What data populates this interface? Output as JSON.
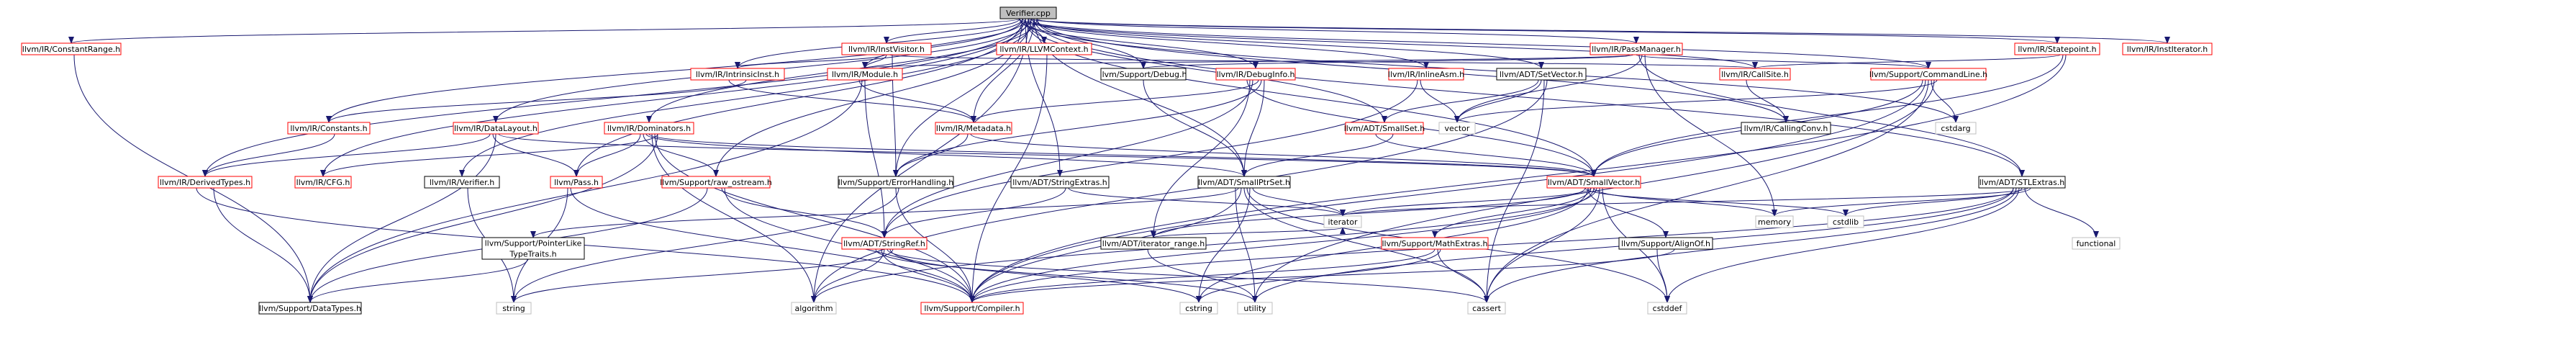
{
  "colors": {
    "edge": "#191970",
    "root_fill": "#bfbfbf",
    "root_border": "#000000",
    "normal_border": "#000000",
    "missing_border": "#ff0000",
    "node_fill": "#ffffff",
    "text": "#000000"
  },
  "nodes": [
    {
      "id": "verifier_cpp",
      "label": "Verifier.cpp",
      "style": "root"
    },
    {
      "id": "constantrange_h",
      "label": "llvm/IR/ConstantRange.h",
      "style": "missing"
    },
    {
      "id": "constants_h",
      "label": "llvm/IR/Constants.h",
      "style": "missing"
    },
    {
      "id": "derivedtypes_h",
      "label": "llvm/IR/DerivedTypes.h",
      "style": "missing"
    },
    {
      "id": "cfg_h",
      "label": "llvm/IR/CFG.h",
      "style": "missing"
    },
    {
      "id": "datalayout_h",
      "label": "llvm/IR/DataLayout.h",
      "style": "missing"
    },
    {
      "id": "ir_verifier_h",
      "label": "llvm/IR/Verifier.h",
      "style": "normal"
    },
    {
      "id": "dominators_h",
      "label": "llvm/IR/Dominators.h",
      "style": "missing"
    },
    {
      "id": "pass_h",
      "label": "llvm/Pass.h",
      "style": "missing"
    },
    {
      "id": "instvisitor_h",
      "label": "llvm/IR/InstVisitor.h",
      "style": "missing"
    },
    {
      "id": "intrinsicinst_h",
      "label": "llvm/IR/IntrinsicInst.h",
      "style": "missing"
    },
    {
      "id": "module_h",
      "label": "llvm/IR/Module.h",
      "style": "missing"
    },
    {
      "id": "llvmcontext_h",
      "label": "llvm/IR/LLVMContext.h",
      "style": "missing"
    },
    {
      "id": "raw_ostream_h",
      "label": "llvm/Support/raw_ostream.h",
      "style": "missing"
    },
    {
      "id": "metadata_h",
      "label": "llvm/IR/Metadata.h",
      "style": "missing"
    },
    {
      "id": "debug_h",
      "label": "llvm/Support/Debug.h",
      "style": "normal"
    },
    {
      "id": "debuginfo_h",
      "label": "llvm/IR/DebugInfo.h",
      "style": "missing"
    },
    {
      "id": "errorhandling_h",
      "label": "llvm/Support/ErrorHandling.h",
      "style": "normal"
    },
    {
      "id": "stringextras_h",
      "label": "llvm/ADT/StringExtras.h",
      "style": "normal"
    },
    {
      "id": "inlineasm_h",
      "label": "llvm/IR/InlineAsm.h",
      "style": "missing"
    },
    {
      "id": "setvector_h",
      "label": "llvm/ADT/SetVector.h",
      "style": "normal"
    },
    {
      "id": "smallset_h",
      "label": "llvm/ADT/SmallSet.h",
      "style": "missing"
    },
    {
      "id": "smallptrset_h",
      "label": "llvm/ADT/SmallPtrSet.h",
      "style": "normal"
    },
    {
      "id": "passmanager_h",
      "label": "llvm/IR/PassManager.h",
      "style": "missing"
    },
    {
      "id": "callsite_h",
      "label": "llvm/IR/CallSite.h",
      "style": "missing"
    },
    {
      "id": "commandline_h",
      "label": "llvm/Support/CommandLine.h",
      "style": "missing"
    },
    {
      "id": "callingconv_h",
      "label": "llvm/IR/CallingConv.h",
      "style": "normal"
    },
    {
      "id": "smallvector_h",
      "label": "llvm/ADT/SmallVector.h",
      "style": "missing"
    },
    {
      "id": "statepoint_h",
      "label": "llvm/IR/Statepoint.h",
      "style": "missing"
    },
    {
      "id": "institerator_h",
      "label": "llvm/IR/InstIterator.h",
      "style": "missing"
    },
    {
      "id": "stlextras_h",
      "label": "llvm/ADT/STLExtras.h",
      "style": "normal"
    },
    {
      "id": "pointerlike_h",
      "label": "llvm/Support/PointerLike\nTypeTraits.h",
      "style": "normal"
    },
    {
      "id": "stringref_h",
      "label": "llvm/ADT/StringRef.h",
      "style": "missing"
    },
    {
      "id": "iterator_range_h",
      "label": "llvm/ADT/iterator_range.h",
      "style": "normal"
    },
    {
      "id": "mathextras_h",
      "label": "llvm/Support/MathExtras.h",
      "style": "missing"
    },
    {
      "id": "alignof_h",
      "label": "llvm/Support/AlignOf.h",
      "style": "normal"
    },
    {
      "id": "datatypes_h",
      "label": "llvm/Support/DataTypes.h",
      "style": "normal"
    },
    {
      "id": "compiler_h",
      "label": "llvm/Support/Compiler.h",
      "style": "missing"
    },
    {
      "id": "string",
      "label": "string",
      "style": "plain"
    },
    {
      "id": "algorithm",
      "label": "algorithm",
      "style": "plain"
    },
    {
      "id": "cstring",
      "label": "cstring",
      "style": "plain"
    },
    {
      "id": "utility",
      "label": "utility",
      "style": "plain"
    },
    {
      "id": "cassert",
      "label": "cassert",
      "style": "plain"
    },
    {
      "id": "cstddef",
      "label": "cstddef",
      "style": "plain"
    },
    {
      "id": "iterator",
      "label": "iterator",
      "style": "plain"
    },
    {
      "id": "memory",
      "label": "memory",
      "style": "plain"
    },
    {
      "id": "cstdlib",
      "label": "cstdlib",
      "style": "plain"
    },
    {
      "id": "functional",
      "label": "functional",
      "style": "plain"
    },
    {
      "id": "vector",
      "label": "vector",
      "style": "plain"
    },
    {
      "id": "cstdarg",
      "label": "cstdarg",
      "style": "plain"
    }
  ],
  "edges": [
    [
      "verifier_cpp",
      "constantrange_h"
    ],
    [
      "verifier_cpp",
      "constants_h"
    ],
    [
      "verifier_cpp",
      "derivedtypes_h"
    ],
    [
      "verifier_cpp",
      "cfg_h"
    ],
    [
      "verifier_cpp",
      "datalayout_h"
    ],
    [
      "verifier_cpp",
      "ir_verifier_h"
    ],
    [
      "verifier_cpp",
      "dominators_h"
    ],
    [
      "verifier_cpp",
      "instvisitor_h"
    ],
    [
      "verifier_cpp",
      "intrinsicinst_h"
    ],
    [
      "verifier_cpp",
      "module_h"
    ],
    [
      "verifier_cpp",
      "llvmcontext_h"
    ],
    [
      "verifier_cpp",
      "raw_ostream_h"
    ],
    [
      "verifier_cpp",
      "metadata_h"
    ],
    [
      "verifier_cpp",
      "debug_h"
    ],
    [
      "verifier_cpp",
      "debuginfo_h"
    ],
    [
      "verifier_cpp",
      "errorhandling_h"
    ],
    [
      "verifier_cpp",
      "stringextras_h"
    ],
    [
      "verifier_cpp",
      "inlineasm_h"
    ],
    [
      "verifier_cpp",
      "setvector_h"
    ],
    [
      "verifier_cpp",
      "smallptrset_h"
    ],
    [
      "verifier_cpp",
      "passmanager_h"
    ],
    [
      "verifier_cpp",
      "callsite_h"
    ],
    [
      "verifier_cpp",
      "commandline_h"
    ],
    [
      "verifier_cpp",
      "smallvector_h"
    ],
    [
      "verifier_cpp",
      "statepoint_h"
    ],
    [
      "verifier_cpp",
      "institerator_h"
    ],
    [
      "verifier_cpp",
      "stlextras_h"
    ],
    [
      "verifier_cpp",
      "callingconv_h"
    ],
    [
      "verifier_cpp",
      "cstdarg"
    ],
    [
      "verifier_cpp",
      "pass_h"
    ],
    [
      "verifier_cpp",
      "smallset_h"
    ],
    [
      "verifier_cpp",
      "algorithm"
    ],
    [
      "constantrange_h",
      "datatypes_h"
    ],
    [
      "constants_h",
      "derivedtypes_h"
    ],
    [
      "derivedtypes_h",
      "datatypes_h"
    ],
    [
      "derivedtypes_h",
      "compiler_h"
    ],
    [
      "datalayout_h",
      "derivedtypes_h"
    ],
    [
      "datalayout_h",
      "pass_h"
    ],
    [
      "datalayout_h",
      "datatypes_h"
    ],
    [
      "datalayout_h",
      "smallvector_h"
    ],
    [
      "ir_verifier_h",
      "string"
    ],
    [
      "dominators_h",
      "cfg_h"
    ],
    [
      "dominators_h",
      "pass_h"
    ],
    [
      "dominators_h",
      "raw_ostream_h"
    ],
    [
      "dominators_h",
      "smallptrset_h"
    ],
    [
      "dominators_h",
      "smallvector_h"
    ],
    [
      "dominators_h",
      "algorithm"
    ],
    [
      "dominators_h",
      "compiler_h"
    ],
    [
      "dominators_h",
      "datatypes_h"
    ],
    [
      "pass_h",
      "string"
    ],
    [
      "pass_h",
      "compiler_h"
    ],
    [
      "instvisitor_h",
      "intrinsicinst_h"
    ],
    [
      "instvisitor_h",
      "module_h"
    ],
    [
      "instvisitor_h",
      "callsite_h"
    ],
    [
      "instvisitor_h",
      "errorhandling_h"
    ],
    [
      "intrinsicinst_h",
      "constants_h"
    ],
    [
      "intrinsicinst_h",
      "metadata_h"
    ],
    [
      "module_h",
      "metadata_h"
    ],
    [
      "module_h",
      "datatypes_h"
    ],
    [
      "module_h",
      "stringref_h"
    ],
    [
      "llvmcontext_h",
      "compiler_h"
    ],
    [
      "raw_ostream_h",
      "stringref_h"
    ],
    [
      "raw_ostream_h",
      "compiler_h"
    ],
    [
      "raw_ostream_h",
      "datatypes_h"
    ],
    [
      "metadata_h",
      "errorhandling_h"
    ],
    [
      "metadata_h",
      "smallvector_h"
    ],
    [
      "debug_h",
      "smallptrset_h"
    ],
    [
      "debuginfo_h",
      "metadata_h"
    ],
    [
      "debuginfo_h",
      "errorhandling_h"
    ],
    [
      "debuginfo_h",
      "smallptrset_h"
    ],
    [
      "debuginfo_h",
      "smallvector_h"
    ],
    [
      "debuginfo_h",
      "iterator_range_h"
    ],
    [
      "debuginfo_h",
      "stringref_h"
    ],
    [
      "errorhandling_h",
      "compiler_h"
    ],
    [
      "errorhandling_h",
      "string"
    ],
    [
      "stringextras_h",
      "stringref_h"
    ],
    [
      "stringextras_h",
      "iterator"
    ],
    [
      "inlineasm_h",
      "stringref_h"
    ],
    [
      "inlineasm_h",
      "vector"
    ],
    [
      "setvector_h",
      "smallset_h"
    ],
    [
      "setvector_h",
      "vector"
    ],
    [
      "setvector_h",
      "cassert"
    ],
    [
      "setvector_h",
      "algorithm"
    ],
    [
      "smallset_h",
      "smallptrset_h"
    ],
    [
      "smallset_h",
      "smallvector_h"
    ],
    [
      "smallptrset_h",
      "pointerlike_h"
    ],
    [
      "smallptrset_h",
      "compiler_h"
    ],
    [
      "smallptrset_h",
      "cassert"
    ],
    [
      "smallptrset_h",
      "cstddef"
    ],
    [
      "smallptrset_h",
      "cstring"
    ],
    [
      "smallptrset_h",
      "iterator"
    ],
    [
      "smallptrset_h",
      "utility"
    ],
    [
      "passmanager_h",
      "module_h"
    ],
    [
      "passmanager_h",
      "debug_h"
    ],
    [
      "passmanager_h",
      "commandline_h"
    ],
    [
      "passmanager_h",
      "stlextras_h"
    ],
    [
      "passmanager_h",
      "vector"
    ],
    [
      "passmanager_h",
      "memory"
    ],
    [
      "callsite_h",
      "callingconv_h"
    ],
    [
      "commandline_h",
      "smallvector_h"
    ],
    [
      "commandline_h",
      "compiler_h"
    ],
    [
      "commandline_h",
      "cassert"
    ],
    [
      "commandline_h",
      "cstdarg"
    ],
    [
      "commandline_h",
      "utility"
    ],
    [
      "commandline_h",
      "vector"
    ],
    [
      "smallvector_h",
      "iterator_range_h"
    ],
    [
      "smallvector_h",
      "alignof_h"
    ],
    [
      "smallvector_h",
      "mathextras_h"
    ],
    [
      "smallvector_h",
      "compiler_h"
    ],
    [
      "smallvector_h",
      "algorithm"
    ],
    [
      "smallvector_h",
      "cassert"
    ],
    [
      "smallvector_h",
      "cstddef"
    ],
    [
      "smallvector_h",
      "cstdlib"
    ],
    [
      "smallvector_h",
      "cstring"
    ],
    [
      "smallvector_h",
      "iterator"
    ],
    [
      "smallvector_h",
      "memory"
    ],
    [
      "statepoint_h",
      "callsite_h"
    ],
    [
      "statepoint_h",
      "smallvector_h"
    ],
    [
      "statepoint_h",
      "compiler_h"
    ],
    [
      "stlextras_h",
      "compiler_h"
    ],
    [
      "stlextras_h",
      "cassert"
    ],
    [
      "stlextras_h",
      "cstddef"
    ],
    [
      "stlextras_h",
      "cstdlib"
    ],
    [
      "stlextras_h",
      "functional"
    ],
    [
      "stlextras_h",
      "iterator"
    ],
    [
      "stlextras_h",
      "memory"
    ],
    [
      "stlextras_h",
      "utility"
    ],
    [
      "pointerlike_h",
      "datatypes_h"
    ],
    [
      "stringref_h",
      "compiler_h"
    ],
    [
      "stringref_h",
      "algorithm"
    ],
    [
      "stringref_h",
      "cassert"
    ],
    [
      "stringref_h",
      "cstring"
    ],
    [
      "stringref_h",
      "string"
    ],
    [
      "stringref_h",
      "utility"
    ],
    [
      "iterator_range_h",
      "utility"
    ],
    [
      "iterator_range_h",
      "iterator"
    ],
    [
      "mathextras_h",
      "compiler_h"
    ],
    [
      "mathextras_h",
      "cassert"
    ],
    [
      "mathextras_h",
      "cstring"
    ],
    [
      "alignof_h",
      "compiler_h"
    ],
    [
      "alignof_h",
      "cstddef"
    ]
  ]
}
